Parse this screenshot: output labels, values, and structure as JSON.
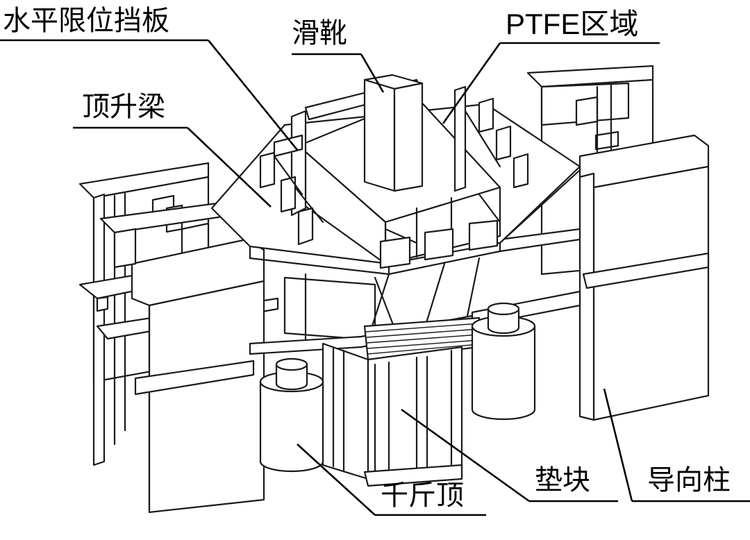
{
  "labels": {
    "horizontal_stop_plate": "水平限位挡板",
    "sliding_shoe": "滑靴",
    "ptfe_area": "PTFE区域",
    "jacking_beam": "顶升梁",
    "jack": "千斤顶",
    "shim_block": "垫块",
    "guide_column": "导向柱"
  }
}
